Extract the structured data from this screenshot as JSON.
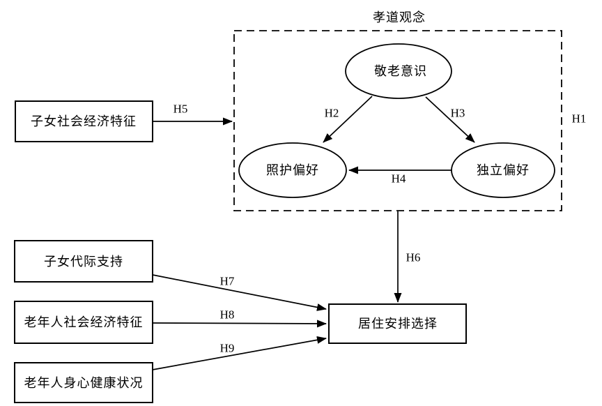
{
  "colors": {
    "stroke": "#000000",
    "background": "#ffffff"
  },
  "filial_piety_group": {
    "title": "孝道观念",
    "nodes": {
      "respect_elderly": "敬老意识",
      "care_preference": "照护偏好",
      "independence_preference": "独立偏好"
    }
  },
  "predictor_boxes": {
    "children_ses": "子女社会经济特征",
    "children_intergenerational_support": "子女代际支持",
    "elderly_ses": "老年人社会经济特征",
    "elderly_health": "老年人身心健康状况"
  },
  "outcome_box": {
    "living_arrangement_choice": "居住安排选择"
  },
  "hypothesis_labels": {
    "h1": "H1",
    "h2": "H2",
    "h3": "H3",
    "h4": "H4",
    "h5": "H5",
    "h6": "H6",
    "h7": "H7",
    "h8": "H8",
    "h9": "H9"
  }
}
